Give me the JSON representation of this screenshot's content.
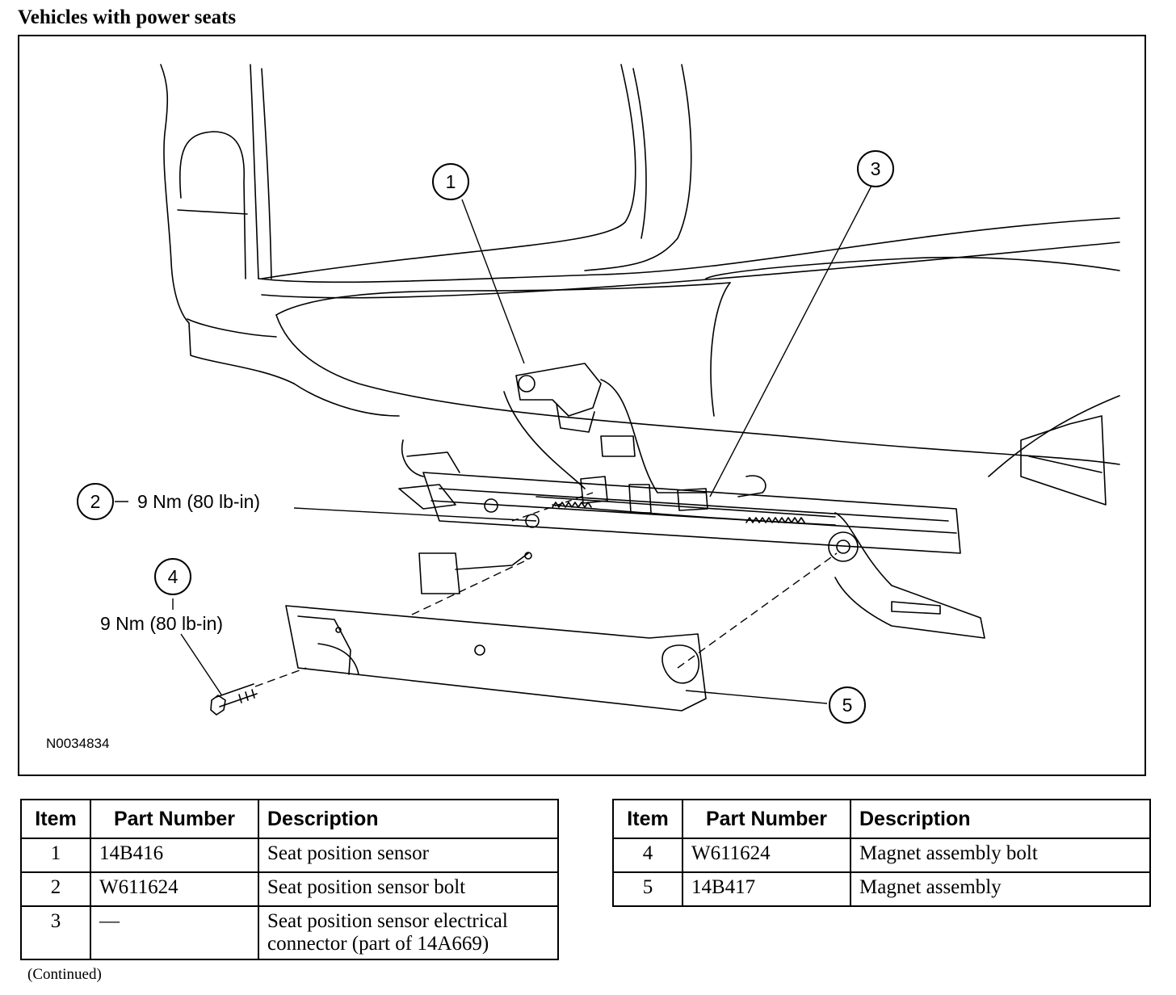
{
  "heading": "Vehicles with power seats",
  "figure": {
    "id": "N0034834",
    "callouts": [
      {
        "num": "1",
        "label": ""
      },
      {
        "num": "2",
        "label": "9 Nm (80 lb-in)"
      },
      {
        "num": "3",
        "label": ""
      },
      {
        "num": "4",
        "label": "9 Nm (80 lb-in)"
      },
      {
        "num": "5",
        "label": ""
      }
    ]
  },
  "table_headers": {
    "item": "Item",
    "part_number": "Part Number",
    "description": "Description"
  },
  "parts_left": [
    {
      "item": "1",
      "part_number": "14B416",
      "description": "Seat position sensor"
    },
    {
      "item": "2",
      "part_number": "W611624",
      "description": "Seat position sensor bolt"
    },
    {
      "item": "3",
      "part_number": "—",
      "description": "Seat position sensor electrical connector (part of 14A669)"
    }
  ],
  "parts_right": [
    {
      "item": "4",
      "part_number": "W611624",
      "description": "Magnet assembly bolt"
    },
    {
      "item": "5",
      "part_number": "14B417",
      "description": "Magnet assembly"
    }
  ],
  "continued": "(Continued)"
}
